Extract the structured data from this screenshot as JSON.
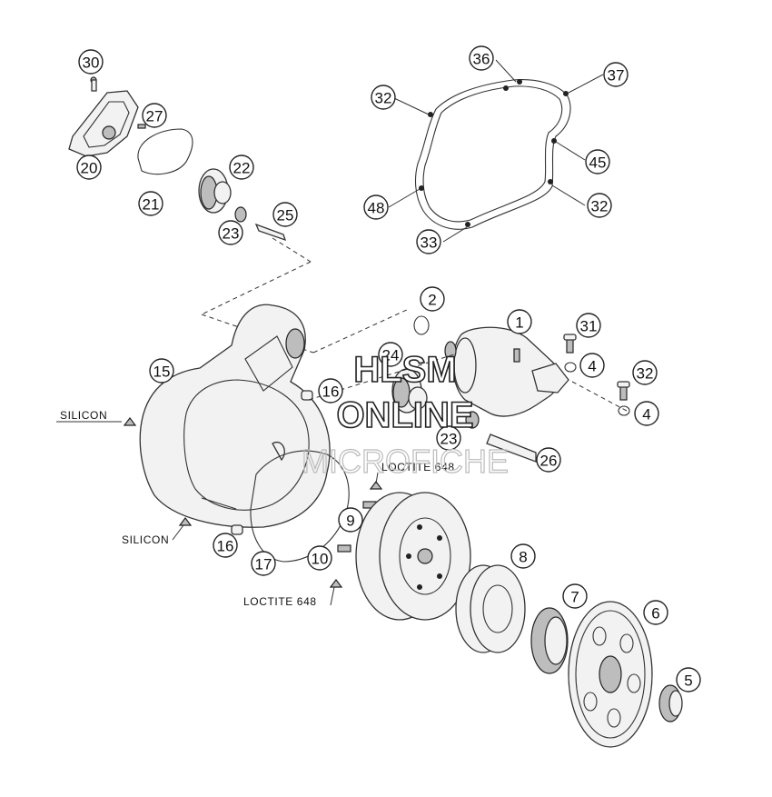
{
  "callouts": [
    "1",
    "2",
    "4",
    "4",
    "5",
    "6",
    "7",
    "8",
    "9",
    "10",
    "15",
    "16",
    "16",
    "17",
    "20",
    "21",
    "22",
    "23",
    "23",
    "24",
    "25",
    "26",
    "27",
    "30",
    "31",
    "32",
    "32",
    "32",
    "33",
    "36",
    "37",
    "45",
    "48"
  ],
  "notes": {
    "silicon_top": "SILICON",
    "silicon_bottom": "SILICON",
    "loctite_top": "LOCTITE 648",
    "loctite_bottom": "LOCTITE 648"
  },
  "watermark": {
    "line1": "HLSM",
    "line2": "ONLINE",
    "line3": "MICROFICHE"
  }
}
